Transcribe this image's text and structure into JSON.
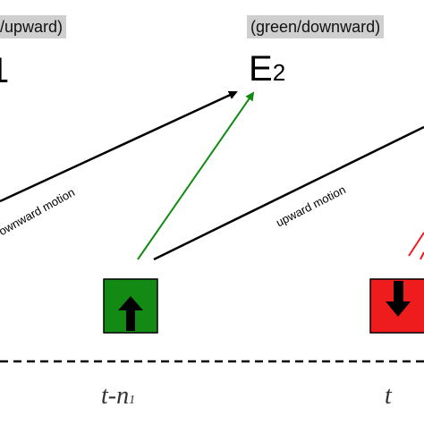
{
  "labels": {
    "left_box": "d/upward)",
    "right_box": "(green/downward)"
  },
  "energy": {
    "left_main": "",
    "left_sub": "1",
    "right_main": "E",
    "right_sub": "2"
  },
  "motion": {
    "downward": "ownward motion",
    "upward": "upward motion"
  },
  "axis": {
    "tick_left_main": "t-n",
    "tick_left_sub": "1",
    "tick_right": "t"
  },
  "colors": {
    "green": "#138a13",
    "red": "#ee1c1c",
    "black": "#000000",
    "label_bg": "#cfcfcf"
  }
}
